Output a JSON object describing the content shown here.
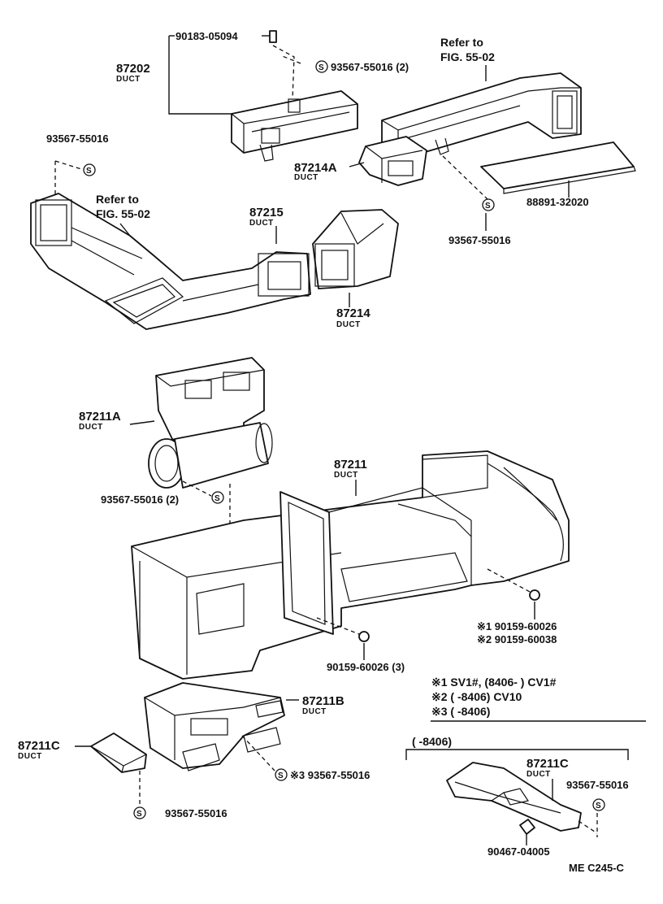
{
  "labels": {
    "p90183": "90183-05094",
    "p87202": "87202",
    "duct_87202": "DUCT",
    "s93567_top2": "93567-55016 (2)",
    "refer_top_1": "Refer to",
    "refer_top_2": "FIG. 55-02",
    "s93567_left": "93567-55016",
    "p87214A": "87214A",
    "duct_87214A": "DUCT",
    "p88891": "88891-32020",
    "s93567_right": "93567-55016",
    "refer_left_1": "Refer to",
    "refer_left_2": "FIG. 55-02",
    "p87215": "87215",
    "duct_87215": "DUCT",
    "p87214": "87214",
    "duct_87214": "DUCT",
    "p87211A": "87211A",
    "duct_87211A": "DUCT",
    "s93567_mid2": "93567-55016 (2)",
    "p87211": "87211",
    "duct_87211": "DUCT",
    "n1_90159": "※1 90159-60026",
    "n2_90159": "※2 90159-60038",
    "p90159_3": "90159-60026 (3)",
    "p87211B": "87211B",
    "duct_87211B": "DUCT",
    "s93567_n3": "※3 93567-55016",
    "p87211C": "87211C",
    "duct_87211C": "DUCT",
    "s93567_bottom": "93567-55016",
    "p87211C_r": "87211C",
    "duct_87211C_r": "DUCT",
    "s93567_br": "93567-55016",
    "p90467": "90467-04005",
    "ref_code": "ME C245-C"
  },
  "notes": {
    "note1": "※1  SV1#, (8406-        ) CV1#",
    "note2": "※2  (          -8406) CV10",
    "note3": "※3  (          -8406)",
    "bracket": "(      -8406)"
  },
  "screw_symbol": "S"
}
